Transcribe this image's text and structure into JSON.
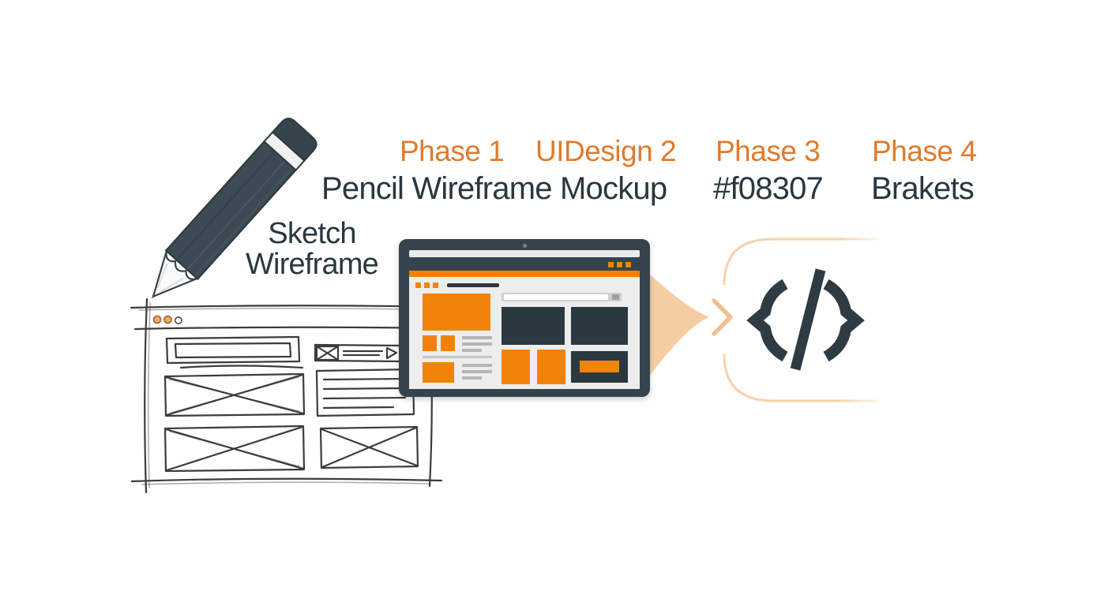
{
  "title_rows": {
    "headers": [
      {
        "label": "Phase 1"
      },
      {
        "label": "UIDesign 2"
      },
      {
        "label": "Phase 3"
      },
      {
        "label": "Phase 4"
      }
    ],
    "subtitles": [
      {
        "text": "Pencil Wireframe Mockup"
      },
      {
        "text": "#f08307"
      },
      {
        "text": "Brakets"
      }
    ]
  },
  "sketch_label": {
    "line1": "Sketch",
    "line2": "Wireframe"
  },
  "icons": [
    {
      "name": "pencil-icon",
      "description": "dark slate pencil drawing the sketch"
    },
    {
      "name": "sketch-wireframe-illustration",
      "description": "hand-drawn browser wireframe with crossed boxes"
    },
    {
      "name": "browser-mockup-illustration",
      "description": "orange and slate hi-fi mockup tablet"
    },
    {
      "name": "flow-arrow-icon",
      "description": "peach arrow from mockup to code"
    },
    {
      "name": "code-brackets-icon",
      "glyph": "{/}"
    }
  ],
  "colors": {
    "accent_orange": "#f08307",
    "heading_orange": "#e07a2b",
    "dark_slate": "#2e3b43",
    "peach_outline": "#f6d2aa",
    "panel_gray": "#ededee",
    "background": "#ffffff"
  }
}
